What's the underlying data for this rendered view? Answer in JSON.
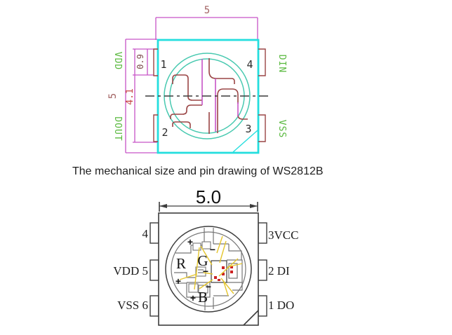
{
  "caption": "The mechanical size and pin drawing of WS2812B",
  "top_drawing": {
    "width_dim": "5",
    "height_dim": "5",
    "inner_height_dim": "4.1",
    "pad_width_dim": "0.9",
    "pins": {
      "pin1": {
        "number": "1",
        "name": "VDD"
      },
      "pin2": {
        "number": "2",
        "name": "DOUT"
      },
      "pin3": {
        "number": "3",
        "name": "VSS"
      },
      "pin4": {
        "number": "4",
        "name": "DIN"
      }
    }
  },
  "bottom_drawing": {
    "width_dim": "5.0",
    "left_pins": [
      "4",
      "VDD 5",
      "VSS 6"
    ],
    "right_pins": [
      "3VCC",
      "2 DI",
      "1 DO"
    ],
    "dies": {
      "red": "R",
      "green": "G",
      "blue": "B"
    },
    "polarity": {
      "plus": "+",
      "minus": "−"
    }
  },
  "colors": {
    "dimension_magenta": "#c653c6",
    "package_cyan": "#25dede",
    "lens_teal": "#48c9b0",
    "trace_dark_red": "#9a4545",
    "dim_text_brown": "#a26262",
    "dim_text_red": "#c64444",
    "dim_text_dark": "#7c4a4a",
    "pin_label_green": "#58b83d",
    "pin_number_dark": "#2b2b2b",
    "outline_dark": "#3d3d3d",
    "frame_gray": "#767676",
    "bond_wire_yellow": "#e5c62e",
    "ic_mark_red": "#cc2222",
    "caption_dark": "#1f1f1f"
  }
}
